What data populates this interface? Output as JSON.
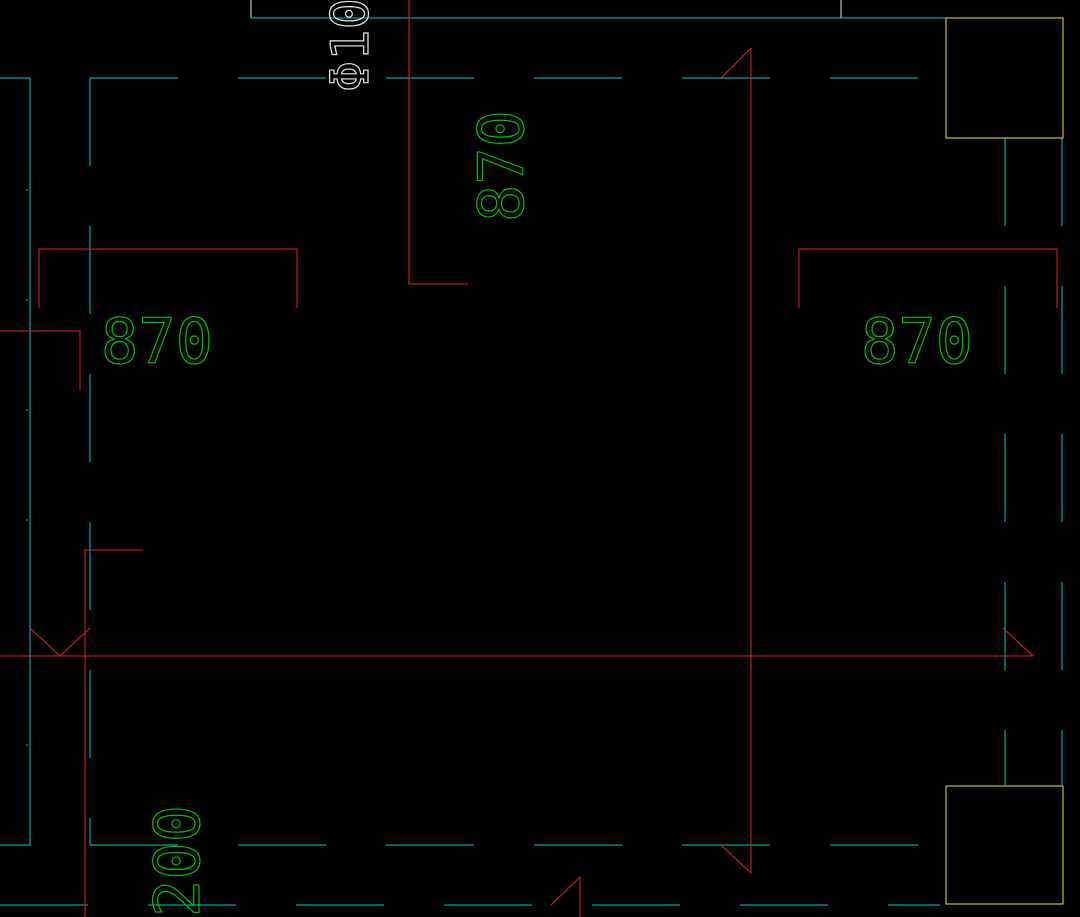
{
  "drawing": {
    "background": "#000000",
    "colors": {
      "section": "#00c8c8",
      "rebar": "#e02020",
      "column": "#e8e820",
      "dimension_text": "#00c000",
      "spec_text": "#e6e6e6"
    },
    "labels": {
      "bar_spec": "Φ10",
      "dim_top": "870",
      "dim_left": "870",
      "dim_right": "870",
      "dim_bottom": "200"
    }
  }
}
